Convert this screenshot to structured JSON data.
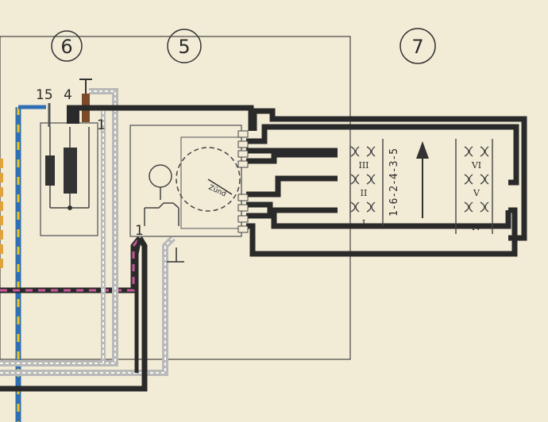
{
  "callouts": {
    "c6": "6",
    "c5": "5",
    "c7": "7"
  },
  "terminals": {
    "t15": "15",
    "t4": "4",
    "t1": "1",
    "t1_switch": "1"
  },
  "distributor": {
    "label": "Zünd"
  },
  "cylinders_left": [
    "III",
    "II",
    "I"
  ],
  "cylinders_right": [
    "VI",
    "V",
    "IV"
  ],
  "firing_order": "1-6-2-4-3-5",
  "colors": {
    "paper": "#f2ecd6",
    "wire_black": "#2a2a2a",
    "wire_blue": "#2f6fb3",
    "wire_yellow": "#f0c419",
    "wire_pink": "#c8589a",
    "wire_grey": "#b9b9b9",
    "wire_brown": "#7b4a2b",
    "outline": "#6d6d6d"
  }
}
